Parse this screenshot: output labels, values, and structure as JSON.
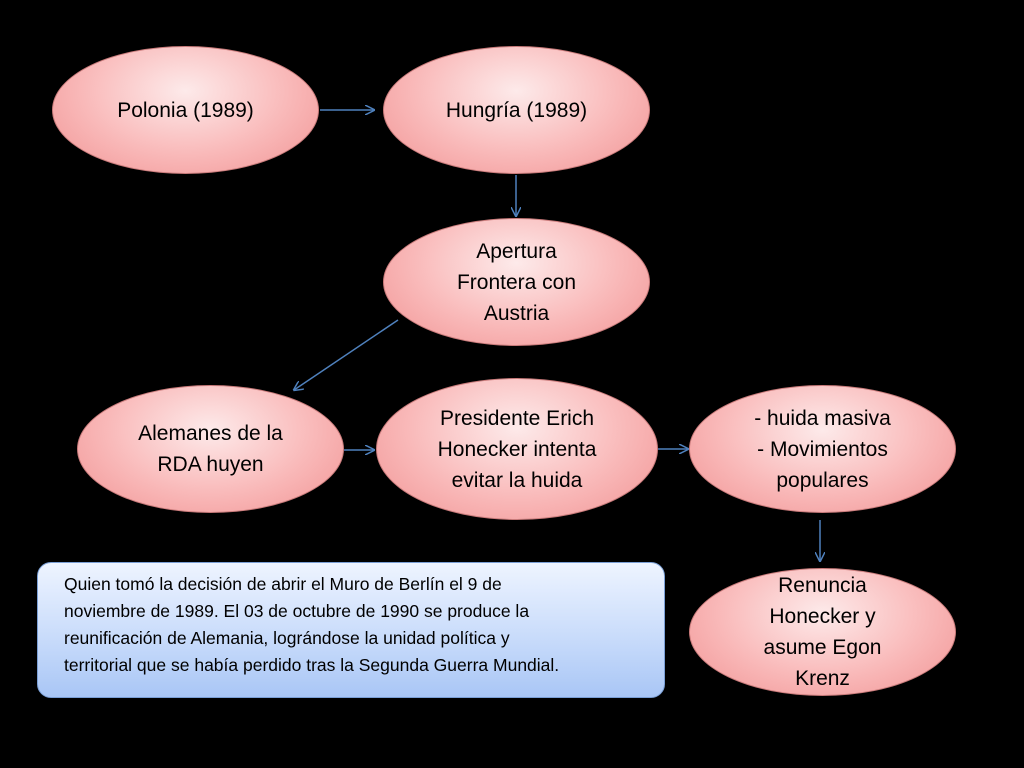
{
  "nodes": {
    "polonia": "Polonia (1989)",
    "hungria": "Hungría (1989)",
    "apertura": "Apertura\nFrontera con\nAustria",
    "alemanes": "Alemanes de la\nRDA huyen",
    "honecker": "Presidente Erich\nHonecker intenta\nevitar la huida",
    "huida": "- huida masiva\n- Movimientos\npopulares",
    "renuncia": "Renuncia\nHonecker y\nasume Egon\nKrenz"
  },
  "note": {
    "text": "Quien tomó la decisión de abrir el Muro de Berlín el 9 de\nnoviembre de 1989. El 03 de octubre de 1990 se produce la\nreunificación de Alemania, lográndose la unidad política y\nterritorial que se había perdido tras la Segunda Guerra Mundial."
  },
  "colors": {
    "background": "#000000",
    "node_fill": "#f9b9b9",
    "note_fill": "#c9dcfb",
    "connector": "#4f81bd"
  }
}
